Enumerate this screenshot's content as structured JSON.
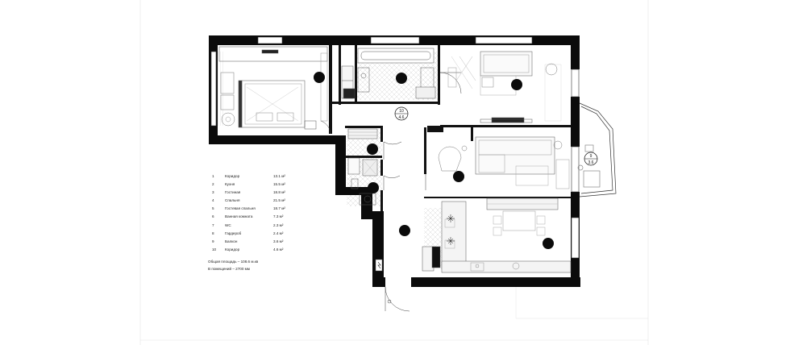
{
  "diagram": {
    "room_markers": [
      {
        "id": "10",
        "area": "4.6"
      },
      {
        "id": "9",
        "area": "3.6"
      }
    ],
    "legend": {
      "rows": [
        {
          "num": "1",
          "name": "Коридор",
          "area": "13.1  м²"
        },
        {
          "num": "2",
          "name": "Кухня",
          "area": "15.5  м²"
        },
        {
          "num": "3",
          "name": "Гостиная",
          "area": "18.8  м²"
        },
        {
          "num": "4",
          "name": "Спальня",
          "area": "21.5  м²"
        },
        {
          "num": "5",
          "name": "Гостевая спальня",
          "area": "18.7  м²"
        },
        {
          "num": "6",
          "name": "Ванная комната",
          "area": "7.3  м²"
        },
        {
          "num": "7",
          "name": "WC",
          "area": "2.3  м²"
        },
        {
          "num": "8",
          "name": "Гардероб",
          "area": "2.4  м²"
        },
        {
          "num": "9",
          "name": "Балкон",
          "area": "3.6  м²"
        },
        {
          "num": "10",
          "name": "Коридор",
          "area": "4.6  м²"
        }
      ],
      "total_area": "Общая площадь – 108.6 м.кв",
      "ceiling_height": "В помещений – 2700 мм"
    },
    "colors": {
      "wall": "#0b0b0b",
      "line": "#333333",
      "furniture": "#9a9a9a",
      "tile": "#d4d4d4",
      "cabinet_fill": "#f1f1f1"
    }
  }
}
